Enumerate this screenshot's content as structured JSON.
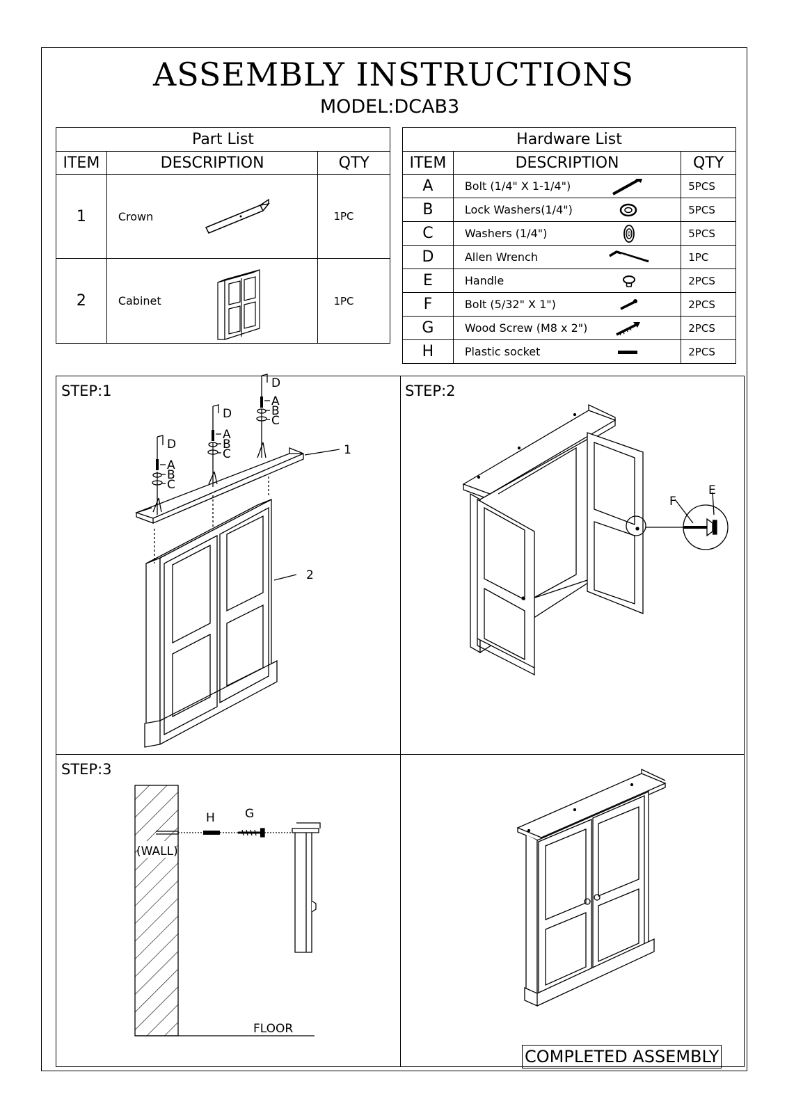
{
  "title": "ASSEMBLY INSTRUCTIONS",
  "model": "MODEL:DCAB3",
  "part_list": {
    "title": "Part List",
    "headers": {
      "item": "ITEM",
      "description": "DESCRIPTION",
      "qty": "QTY"
    },
    "rows": [
      {
        "item": "1",
        "description": "Crown",
        "qty": "1PC",
        "icon": "crown-icon"
      },
      {
        "item": "2",
        "description": "Cabinet",
        "qty": "1PC",
        "icon": "cabinet-icon"
      }
    ]
  },
  "hardware_list": {
    "title": "Hardware  List",
    "headers": {
      "item": "ITEM",
      "description": "DESCRIPTION",
      "qty": "QTY"
    },
    "rows": [
      {
        "item": "A",
        "description": "Bolt (1/4\" X 1-1/4\")",
        "qty": "5PCS",
        "icon": "bolt-icon"
      },
      {
        "item": "B",
        "description": "Lock Washers(1/4\")",
        "qty": "5PCS",
        "icon": "lock-washer-icon"
      },
      {
        "item": "C",
        "description": "Washers (1/4\")",
        "qty": "5PCS",
        "icon": "washer-icon"
      },
      {
        "item": "D",
        "description": "Allen Wrench",
        "qty": "1PC",
        "icon": "allen-wrench-icon"
      },
      {
        "item": "E",
        "description": "Handle",
        "qty": "2PCS",
        "icon": "handle-icon"
      },
      {
        "item": "F",
        "description": "Bolt (5/32\" X 1\")",
        "qty": "2PCS",
        "icon": "small-bolt-icon"
      },
      {
        "item": "G",
        "description": "Wood Screw (M8 x 2\")",
        "qty": "2PCS",
        "icon": "wood-screw-icon"
      },
      {
        "item": "H",
        "description": "Plastic socket",
        "qty": "2PCS",
        "icon": "plastic-socket-icon"
      }
    ]
  },
  "steps": {
    "step1": "STEP:1",
    "step2": "STEP:2",
    "step3": "STEP:3",
    "completed": "COMPLETED ASSEMBLY"
  },
  "callouts": {
    "a": "A",
    "b": "B",
    "c": "C",
    "d": "D",
    "e": "E",
    "f": "F",
    "g": "G",
    "h": "H",
    "part1": "1",
    "part2": "2",
    "wall": "(WALL)",
    "floor": "FLOOR"
  }
}
